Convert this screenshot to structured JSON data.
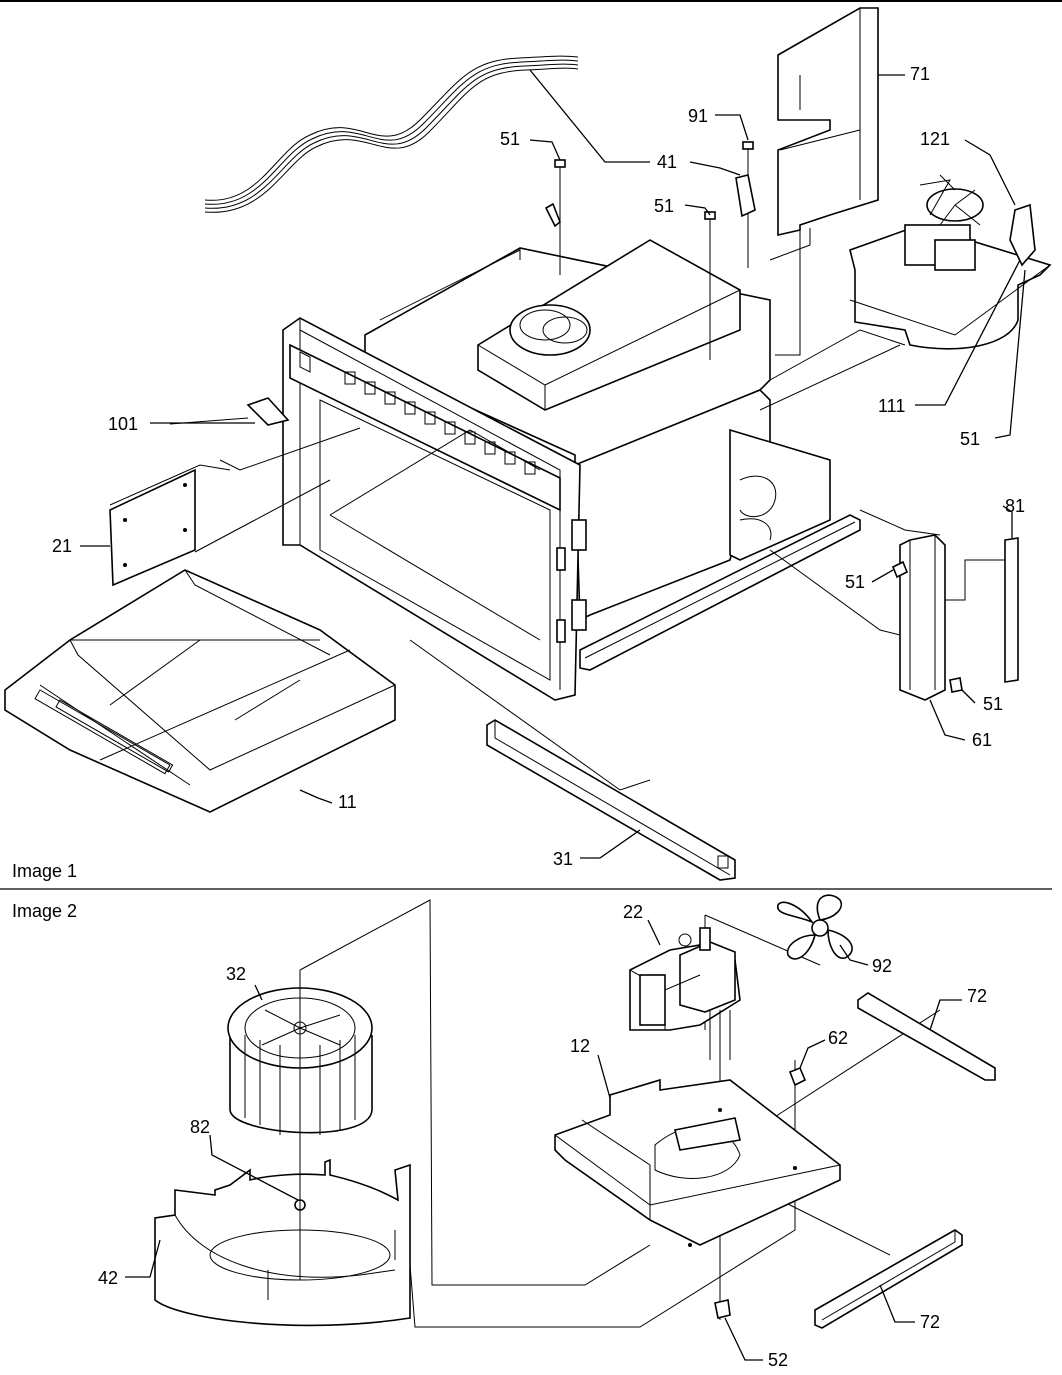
{
  "captions": {
    "image1": "Image 1",
    "image2": "Image 2"
  },
  "callouts": [
    {
      "id": "c71",
      "text": "71"
    },
    {
      "id": "c91",
      "text": "91"
    },
    {
      "id": "c51a",
      "text": "51"
    },
    {
      "id": "c41",
      "text": "41"
    },
    {
      "id": "c121",
      "text": "121"
    },
    {
      "id": "c51b",
      "text": "51"
    },
    {
      "id": "c101",
      "text": "101"
    },
    {
      "id": "c111",
      "text": "111"
    },
    {
      "id": "c51c",
      "text": "51"
    },
    {
      "id": "c21",
      "text": "21"
    },
    {
      "id": "c81",
      "text": "81"
    },
    {
      "id": "c51d",
      "text": "51"
    },
    {
      "id": "c51e",
      "text": "51"
    },
    {
      "id": "c61",
      "text": "61"
    },
    {
      "id": "c11",
      "text": "11"
    },
    {
      "id": "c31",
      "text": "31"
    },
    {
      "id": "c22",
      "text": "22"
    },
    {
      "id": "c32",
      "text": "32"
    },
    {
      "id": "c92",
      "text": "92"
    },
    {
      "id": "c72a",
      "text": "72"
    },
    {
      "id": "c12",
      "text": "12"
    },
    {
      "id": "c62",
      "text": "62"
    },
    {
      "id": "c82",
      "text": "82"
    },
    {
      "id": "c42",
      "text": "42"
    },
    {
      "id": "c72b",
      "text": "72"
    },
    {
      "id": "c52",
      "text": "52"
    }
  ]
}
